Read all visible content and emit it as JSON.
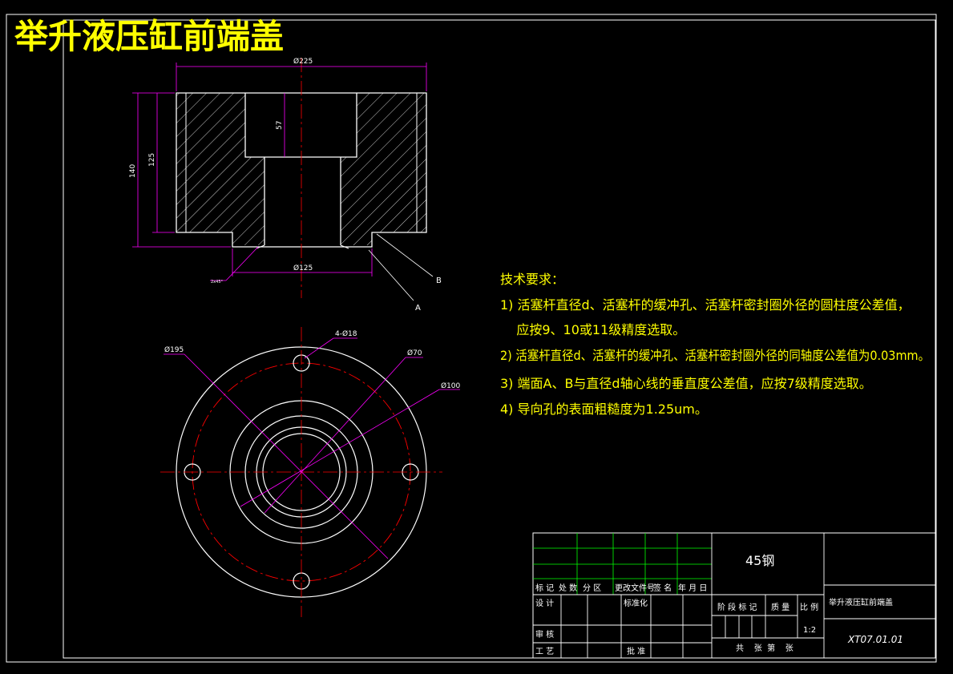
{
  "title": "举升液压缸前端盖",
  "colors": {
    "background": "#000000",
    "outline": "#ffffff",
    "dimension": "#ff00ff",
    "centerline": "#ff0000",
    "hatch": "#ffffff",
    "text": "#ffff00",
    "titleblock_grid": "#00ff00"
  },
  "dimensions": {
    "top_width": "Ø225",
    "inner_depth": "57",
    "height_total": "140",
    "height_inner": "125",
    "bottom_bore": "Ø125",
    "chamfer": "2x45°",
    "datum_b": "B",
    "datum_a": "A"
  },
  "plan_labels": {
    "d195": "Ø195",
    "holes": "4-Ø18",
    "d70": "Ø70",
    "d100": "Ø100"
  },
  "requirements": {
    "heading": "技术要求：",
    "items": [
      "1) 活塞杆直径d、活塞杆的缓冲孔、活塞杆密封圈外径的圆柱度公差值，",
      "    应按9、10或11级精度选取。",
      "2) 活塞杆直径d、活塞杆的缓冲孔、活塞杆密封圈外径的同轴度公差值为0.03mm。",
      "3) 端面A、B与直径d轴心线的垂直度公差值，应按7级精度选取。",
      "4) 导向孔的表面粗糙度为1.25um。"
    ]
  },
  "titleblock": {
    "material": "45钢",
    "part_name": "举升液压缸前端盖",
    "drawing_no": "XT07.01.01",
    "headers": [
      "标 记",
      "处 数",
      "分  区",
      "更改文件号",
      "签 名",
      "年 月 日"
    ],
    "design": "设 计",
    "standardize": "标准化",
    "stage_mark": "阶 段 标 记",
    "weight": "质 量",
    "scale_label": "比 例",
    "scale": "1:2",
    "review": "审 核",
    "process": "工 艺",
    "approve": "批 准",
    "sheets": "共    张  第    张"
  }
}
